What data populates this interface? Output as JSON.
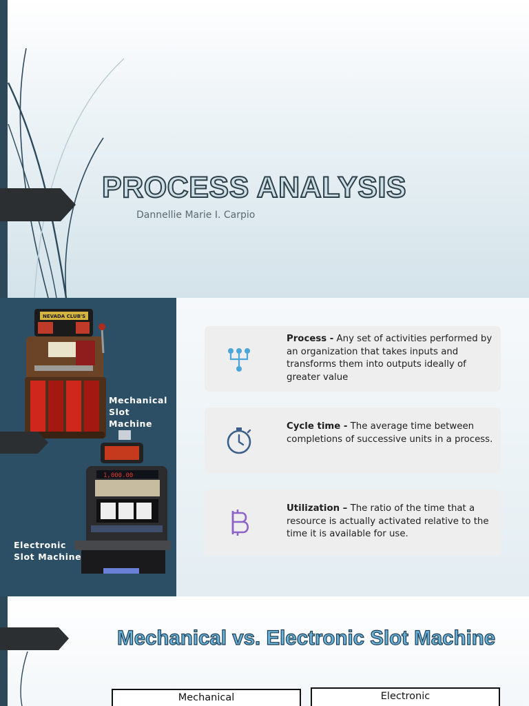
{
  "slide1": {
    "title": "PROCESS ANALYSIS",
    "author": "Dannellie Marie I. Carpio"
  },
  "slide2": {
    "mechanical_label": [
      "Mechanical",
      "Slot Machine"
    ],
    "mechanical_logo_text": "NEVADA CLUB'S",
    "electronic_label": [
      "Electronic",
      "Slot Machine"
    ],
    "electronic_display": "1,000.00",
    "cards": [
      {
        "icon": "hierarchy-icon",
        "term": "Process -",
        "definition": " Any set of activities performed by an organization that takes inputs and transforms them into outputs ideally of greater value"
      },
      {
        "icon": "stopwatch-icon",
        "term": "Cycle time -",
        "definition": " The average time between completions of successive units in a process."
      },
      {
        "icon": "bitcoin-icon",
        "term": "Utilization –",
        "definition": " The ratio of the time that a resource is actually activated relative to the time it is available for use."
      }
    ],
    "colors": {
      "panel": "#2c4f65",
      "process_icon": "#4aa5d8",
      "stopwatch_icon": "#3b5f8a",
      "bitcoin_icon": "#8b63c9"
    }
  },
  "slide3": {
    "title": "Mechanical vs. Electronic Slot Machine",
    "columns": [
      "Mechanical",
      "Electronic"
    ]
  },
  "theme": {
    "dark_bar": "#2d4959",
    "tab": "#2b2f31"
  }
}
